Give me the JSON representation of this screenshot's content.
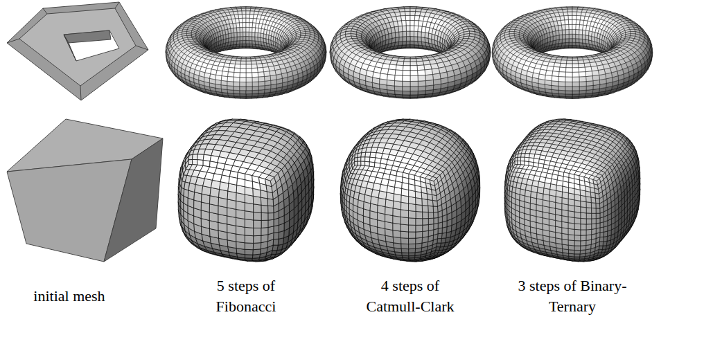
{
  "diagram": {
    "labels": [
      "initial mesh",
      "5 steps of Fibonacci",
      "4 steps of Catmull-Clark",
      "3 steps of Binary-Ternary"
    ]
  }
}
